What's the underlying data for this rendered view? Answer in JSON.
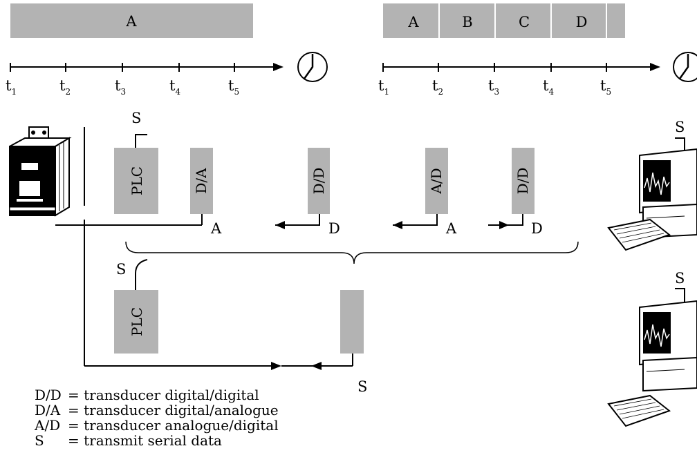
{
  "timeline_left": {
    "bar_label": "A",
    "ticks": [
      {
        "base": "t",
        "sub": "1"
      },
      {
        "base": "t",
        "sub": "2"
      },
      {
        "base": "t",
        "sub": "3"
      },
      {
        "base": "t",
        "sub": "4"
      },
      {
        "base": "t",
        "sub": "5"
      }
    ]
  },
  "timeline_right": {
    "segments": [
      "A",
      "B",
      "C",
      "D"
    ],
    "ticks": [
      {
        "base": "t",
        "sub": "1"
      },
      {
        "base": "t",
        "sub": "2"
      },
      {
        "base": "t",
        "sub": "3"
      },
      {
        "base": "t",
        "sub": "4"
      },
      {
        "base": "t",
        "sub": "5"
      }
    ]
  },
  "devices": {
    "plc_label": "PLC",
    "serial_label": "S",
    "transducers": [
      {
        "label": "D/A",
        "output": "A"
      },
      {
        "label": "D/D",
        "output": "D"
      },
      {
        "label": "A/D",
        "output": "A"
      },
      {
        "label": "D/D",
        "output": "D"
      }
    ]
  },
  "legend": [
    {
      "key": "D/D",
      "desc": "= transducer digital/digital"
    },
    {
      "key": "D/A",
      "desc": "= transducer digital/analogue"
    },
    {
      "key": "A/D",
      "desc": "= transducer analogue/digital"
    },
    {
      "key": "S",
      "desc": "= transmit serial data"
    }
  ],
  "colors": {
    "block_fill": "#b3b3b3",
    "line": "#000000",
    "background": "#ffffff"
  },
  "icons": [
    "clock-icon",
    "frequency-converter-icon",
    "computer-icon"
  ]
}
